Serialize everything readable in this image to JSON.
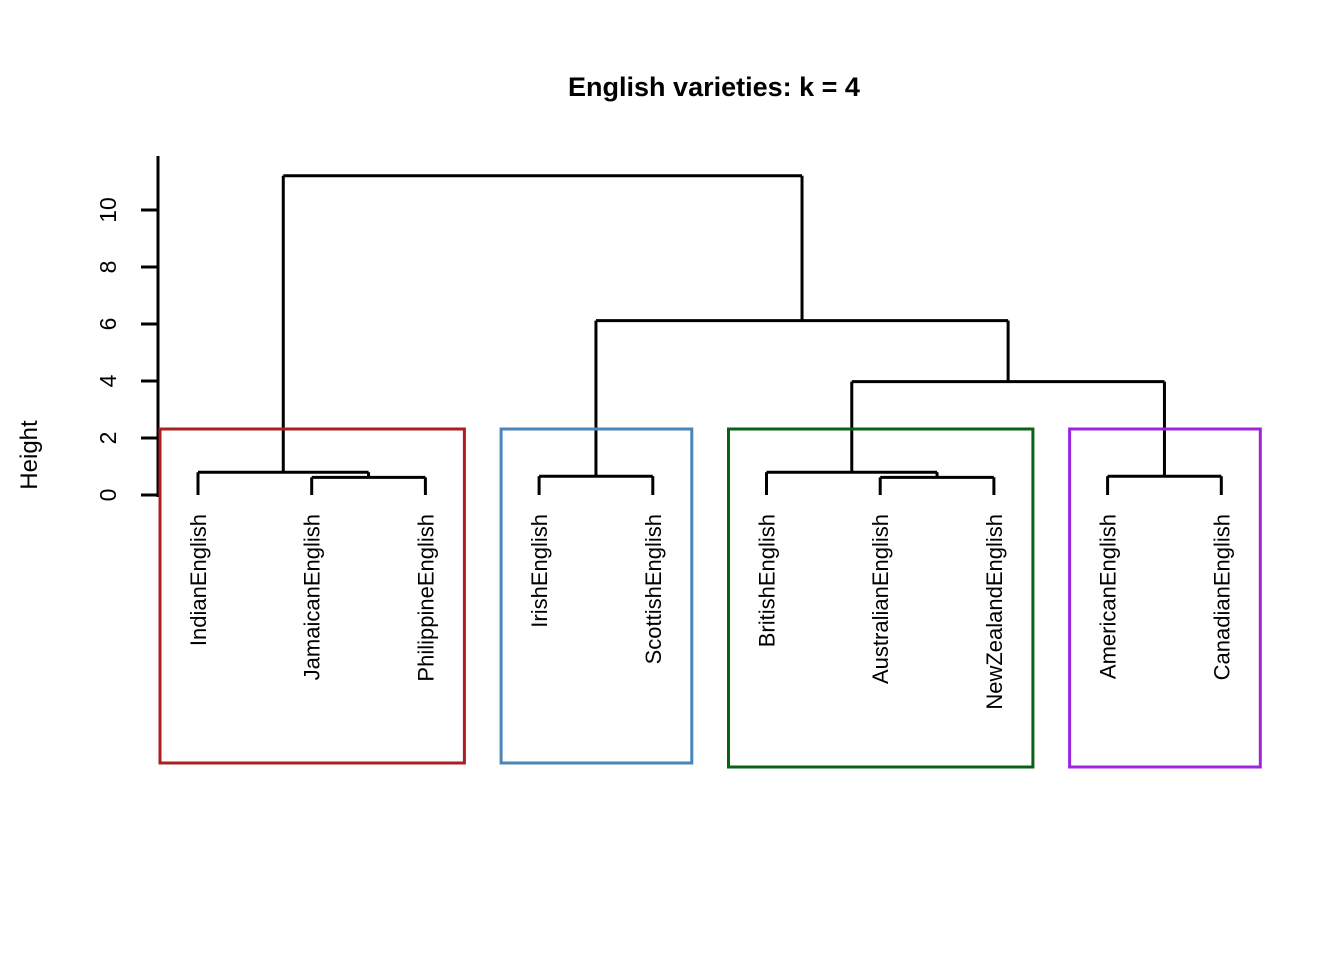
{
  "title": "English varieties: k = 4",
  "axis": {
    "ylabel": "Height",
    "ticks": [
      "0",
      "2",
      "4",
      "6",
      "8",
      "10"
    ]
  },
  "chart_data": {
    "type": "dendrogram",
    "title": "English varieties: k = 4",
    "xlabel": "",
    "ylabel": "Height",
    "ylim": [
      0,
      11.6
    ],
    "yticks": [
      0,
      2,
      4,
      6,
      8,
      10
    ],
    "grid": false,
    "legend": "none",
    "k": 4,
    "leaf_order": [
      "IndianEnglish",
      "JamaicanEnglish",
      "PhilippineEnglish",
      "IrishEnglish",
      "ScottishEnglish",
      "BritishEnglish",
      "AustralianEnglish",
      "NewZealandEnglish",
      "AmericanEnglish",
      "CanadianEnglish"
    ],
    "clusters": [
      {
        "id": "cluster-1",
        "color": "#AA1F22",
        "color_name": "dark-red",
        "members": [
          "IndianEnglish",
          "JamaicanEnglish",
          "PhilippineEnglish"
        ]
      },
      {
        "id": "cluster-2",
        "color": "#4A86B8",
        "color_name": "steel-blue",
        "members": [
          "IrishEnglish",
          "ScottishEnglish"
        ]
      },
      {
        "id": "cluster-3",
        "color": "#0A6118",
        "color_name": "dark-green",
        "members": [
          "BritishEnglish",
          "AustralianEnglish",
          "NewZealandEnglish"
        ]
      },
      {
        "id": "cluster-4",
        "color": "#9E24E0",
        "color_name": "purple",
        "members": [
          "AmericanEnglish",
          "CanadianEnglish"
        ]
      }
    ],
    "merges": [
      {
        "id": "m1",
        "left": "JamaicanEnglish",
        "right": "PhilippineEnglish",
        "height": 0.62
      },
      {
        "id": "m2",
        "left": "IndianEnglish",
        "right": "m1",
        "height": 0.8
      },
      {
        "id": "m3",
        "left": "IrishEnglish",
        "right": "ScottishEnglish",
        "height": 0.66
      },
      {
        "id": "m4",
        "left": "AustralianEnglish",
        "right": "NewZealandEnglish",
        "height": 0.62
      },
      {
        "id": "m5",
        "left": "BritishEnglish",
        "right": "m4",
        "height": 0.8
      },
      {
        "id": "m6",
        "left": "AmericanEnglish",
        "right": "CanadianEnglish",
        "height": 0.66
      },
      {
        "id": "m7",
        "left": "m5",
        "right": "m6",
        "height": 3.98
      },
      {
        "id": "m8",
        "left": "m3",
        "right": "m7",
        "height": 6.12
      },
      {
        "id": "m9",
        "left": "m2",
        "right": "m8",
        "height": 11.2
      }
    ]
  }
}
